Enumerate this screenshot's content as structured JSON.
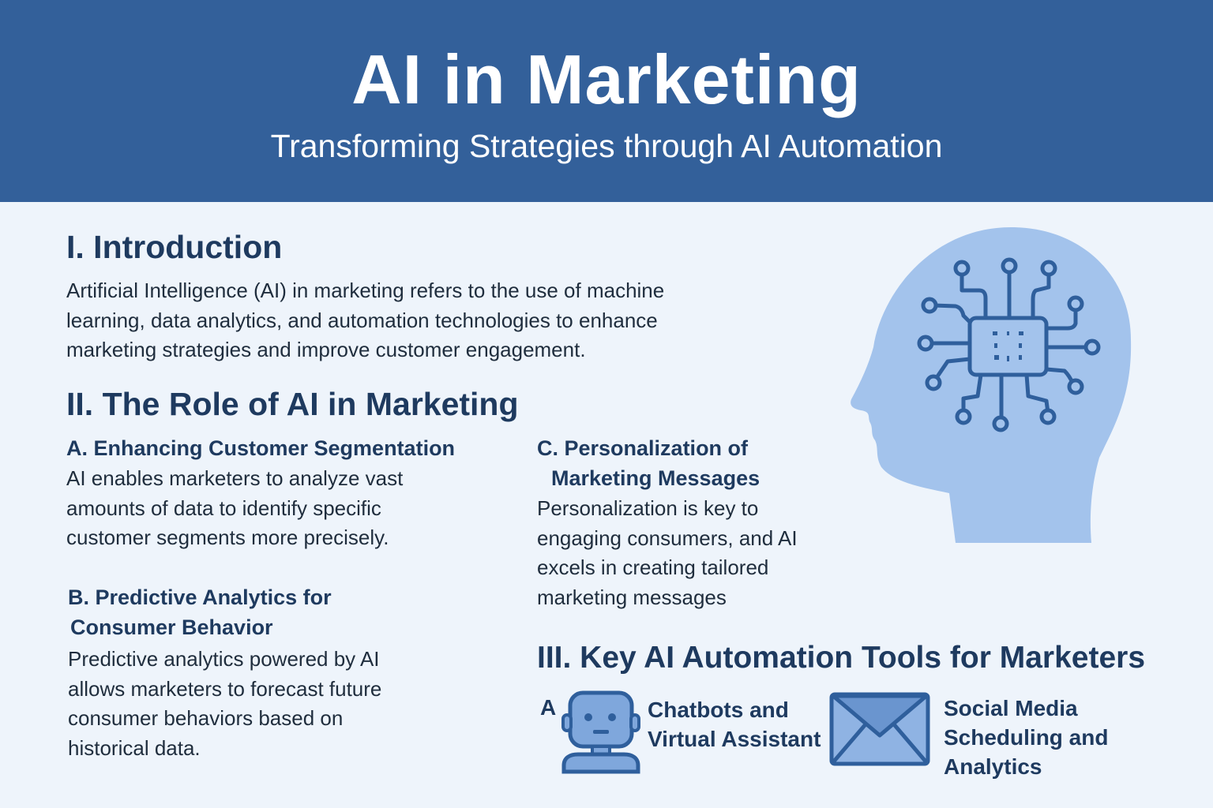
{
  "header": {
    "title": "AI in Marketing",
    "subtitle": "Transforming Strategies through AI Automation"
  },
  "intro": {
    "heading": "I. Introduction",
    "lines": [
      "Artificial Intelligence (AI) in marketing refers to the use of machine",
      "learning, data analytics, and automation technologies to enhance",
      "marketing strategies and improve customer engagement."
    ]
  },
  "role": {
    "heading": "II. The Role of AI in Marketing",
    "a": {
      "heading": [
        "A. Enhancing Customer Segmentation"
      ],
      "lines": [
        "AI enables marketers to analyze vast",
        "amounts of data to identify specific",
        "customer segments more precisely."
      ]
    },
    "b": {
      "heading": [
        "B. Predictive Analytics for",
        "Consumer Behavior"
      ],
      "lines": [
        "Predictive analytics powered by AI",
        "allows marketers to forecast future",
        "consumer behaviors based on",
        "historical data."
      ]
    },
    "c": {
      "heading": [
        "C. Personalization of",
        "Marketing Messages"
      ],
      "lines": [
        "Personalization is key to",
        "engaging consumers, and AI",
        "excels in creating tailored",
        "marketing messages"
      ]
    }
  },
  "tools": {
    "heading": "III. Key AI Automation Tools for Marketers",
    "marker": "A",
    "items": [
      {
        "icon": "robot-icon",
        "lines": [
          "Chatbots and",
          "Virtual Assistant"
        ]
      },
      {
        "icon": "envelope-icon",
        "lines": [
          "Social Media",
          "Scheduling and",
          "Analytics"
        ]
      }
    ]
  },
  "illustration": {
    "icon": "head-circuit-icon"
  },
  "colors": {
    "header": "#33609a",
    "background": "#eef4fb",
    "heading": "#1e3a5f",
    "icon_fill": "#a3c3ec",
    "icon_stroke": "#2f5f9c"
  }
}
